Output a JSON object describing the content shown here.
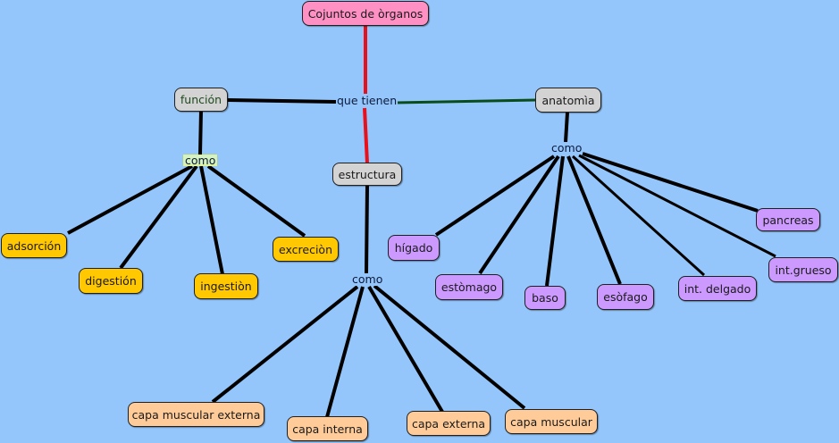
{
  "title": "Cojuntos de òrganos",
  "colors": {
    "background": "#94c6fb",
    "root": "#ff90c4",
    "category": "#d3d3d3",
    "funcion_children": "#ffc800",
    "anatomia_children": "#cc99ff",
    "estructura_children": "#ffcc99",
    "link_red": "#e8101a",
    "link_green": "#0b4d1a",
    "link_black": "#000000"
  },
  "nodes": {
    "root": "Cojuntos de òrganos",
    "funcion": "función",
    "estructura": "estructura",
    "anatomia": "anatomìa",
    "funcion_children": [
      "adsorción",
      "digestión",
      "ingestiòn",
      "excreciòn"
    ],
    "anatomia_children": [
      "hígado",
      "estòmago",
      "baso",
      "esòfago",
      "int. delgado",
      "int.grueso",
      "pancreas"
    ],
    "estructura_children": [
      "capa muscular externa",
      "capa interna",
      "capa externa",
      "capa muscular"
    ]
  },
  "phrases": {
    "que_tienen": "que tienen",
    "como_funcion": "como",
    "como_anatomia": "como",
    "como_estructura": "como"
  }
}
